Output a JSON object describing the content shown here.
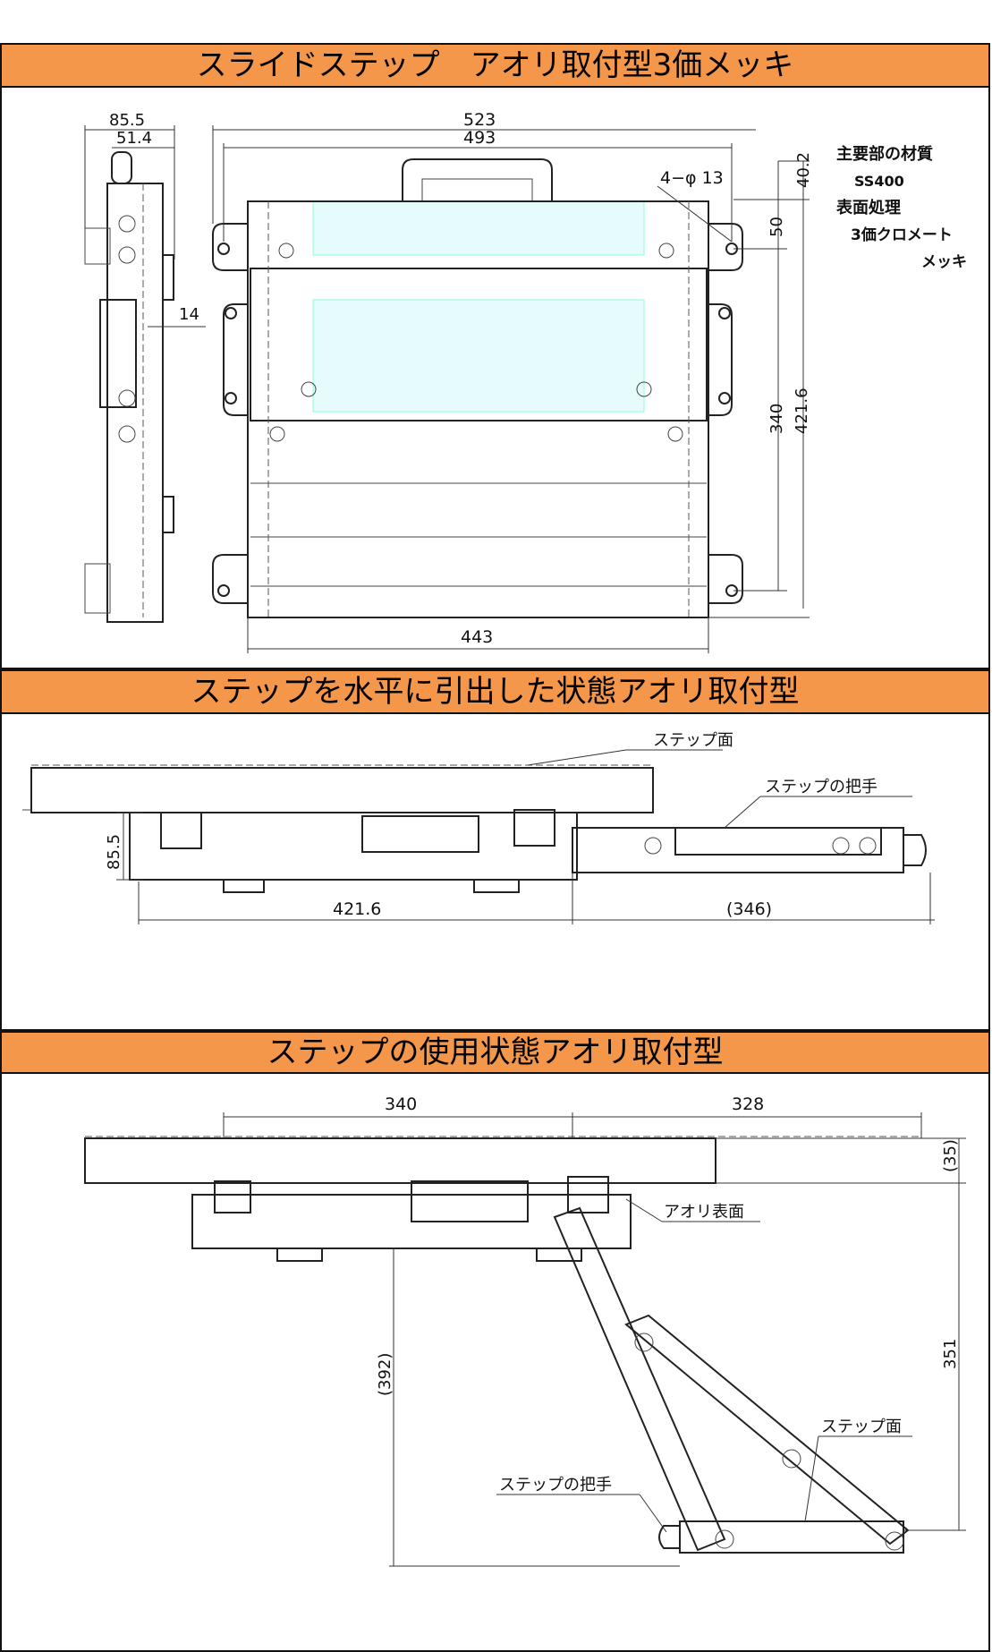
{
  "sections": [
    {
      "title": "スライドステップ　アオリ取付型3価メッキ"
    },
    {
      "title": "ステップを水平に引出した状態アオリ取付型"
    },
    {
      "title": "ステップの使用状態アオリ取付型"
    }
  ],
  "view1": {
    "dims": {
      "d85_5": "85.5",
      "d51_4": "51.4",
      "d14": "14",
      "d523": "523",
      "d493": "493",
      "hole": "4−φ 13",
      "d40_2": "40.2",
      "d50": "50",
      "d340": "340",
      "d421_6": "421.6",
      "d443": "443"
    },
    "material": {
      "label": "主要部の材質",
      "value": "SS400",
      "finish_label": "表面処理",
      "finish_value1": "3価クロメート",
      "finish_value2": "メッキ"
    }
  },
  "view2": {
    "dims": {
      "d85_5": "85.5",
      "d421_6": "421.6",
      "d346": "(346)"
    },
    "labels": {
      "step_face": "ステップ面",
      "step_handle": "ステップの把手"
    }
  },
  "view3": {
    "dims": {
      "d340": "340",
      "d328": "328",
      "d35": "(35)",
      "d392": "(392)",
      "d351": "351"
    },
    "labels": {
      "aori_face": "アオリ表面",
      "step_face": "ステップ面",
      "step_handle": "ステップの把手"
    }
  }
}
